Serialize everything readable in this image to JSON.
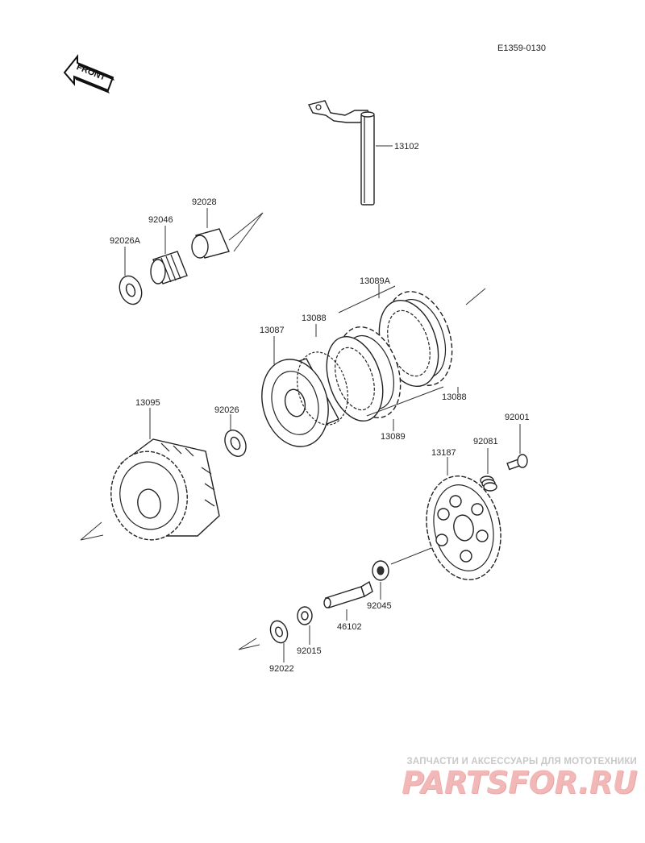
{
  "diagram_code": "E1359-0130",
  "front_label": "FRONT",
  "parts": {
    "p13102": "13102",
    "p92028": "92028",
    "p92046": "92046",
    "p92026A": "92026A",
    "p13089A": "13089A",
    "p13088a": "13088",
    "p13087": "13087",
    "p13088b": "13088",
    "p13089": "13089",
    "p13095": "13095",
    "p92026": "92026",
    "p92001": "92001",
    "p92081": "92081",
    "p13187": "13187",
    "p92045": "92045",
    "p46102": "46102",
    "p92015": "92015",
    "p92022": "92022"
  },
  "watermark": {
    "tagline": "ЗАПЧАСТИ И АКСЕССУАРЫ ДЛЯ МОТОТЕХНИКИ",
    "brand": "PARTSFOR.RU"
  }
}
